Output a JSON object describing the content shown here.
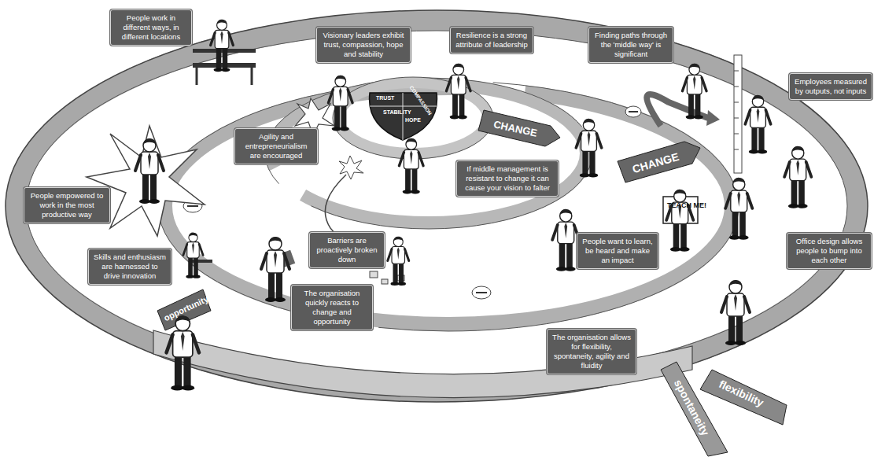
{
  "diagram": {
    "nodes": [
      {
        "text": [
          "People work in different ways, in different locations"
        ]
      },
      {
        "text": [
          "Visionary leaders exhibit trust, compassion, hope and stability"
        ]
      },
      {
        "text": [
          "Resilience is a strong attribute of leadership"
        ]
      },
      {
        "text": [
          "Finding paths through the 'middle way' is significant"
        ]
      },
      {
        "text": [
          "Employees measured by outputs, not inputs"
        ]
      },
      {
        "text": [
          "Agility and entrepreneurialism are encouraged"
        ]
      },
      {
        "text": [
          "If middle management is resistant to change it can cause your vision to falter"
        ]
      },
      {
        "text": [
          "People empowered to work in the most productive way"
        ]
      },
      {
        "text": [
          "Skills and enthusiasm are harnessed to drive innovation"
        ]
      },
      {
        "text": [
          "Barriers are proactively broken down"
        ]
      },
      {
        "text": [
          "People want to learn, be heard and make an impact"
        ]
      },
      {
        "text": [
          "Office design allows people to bump into each other"
        ]
      },
      {
        "text": [
          "The organisation quickly reacts to change and opportunity"
        ]
      },
      {
        "text": [
          "The organisation allows for flexibility, spontaneity, agility and fluidity"
        ]
      }
    ],
    "edges": [],
    "labels": [
      "TRUST",
      "COMPASSION",
      "STABILITY",
      "HOPE",
      "CHANGE",
      "CHANGE",
      "TEACH ME!",
      "opportunity",
      "flexibility",
      "spontaneity"
    ]
  }
}
